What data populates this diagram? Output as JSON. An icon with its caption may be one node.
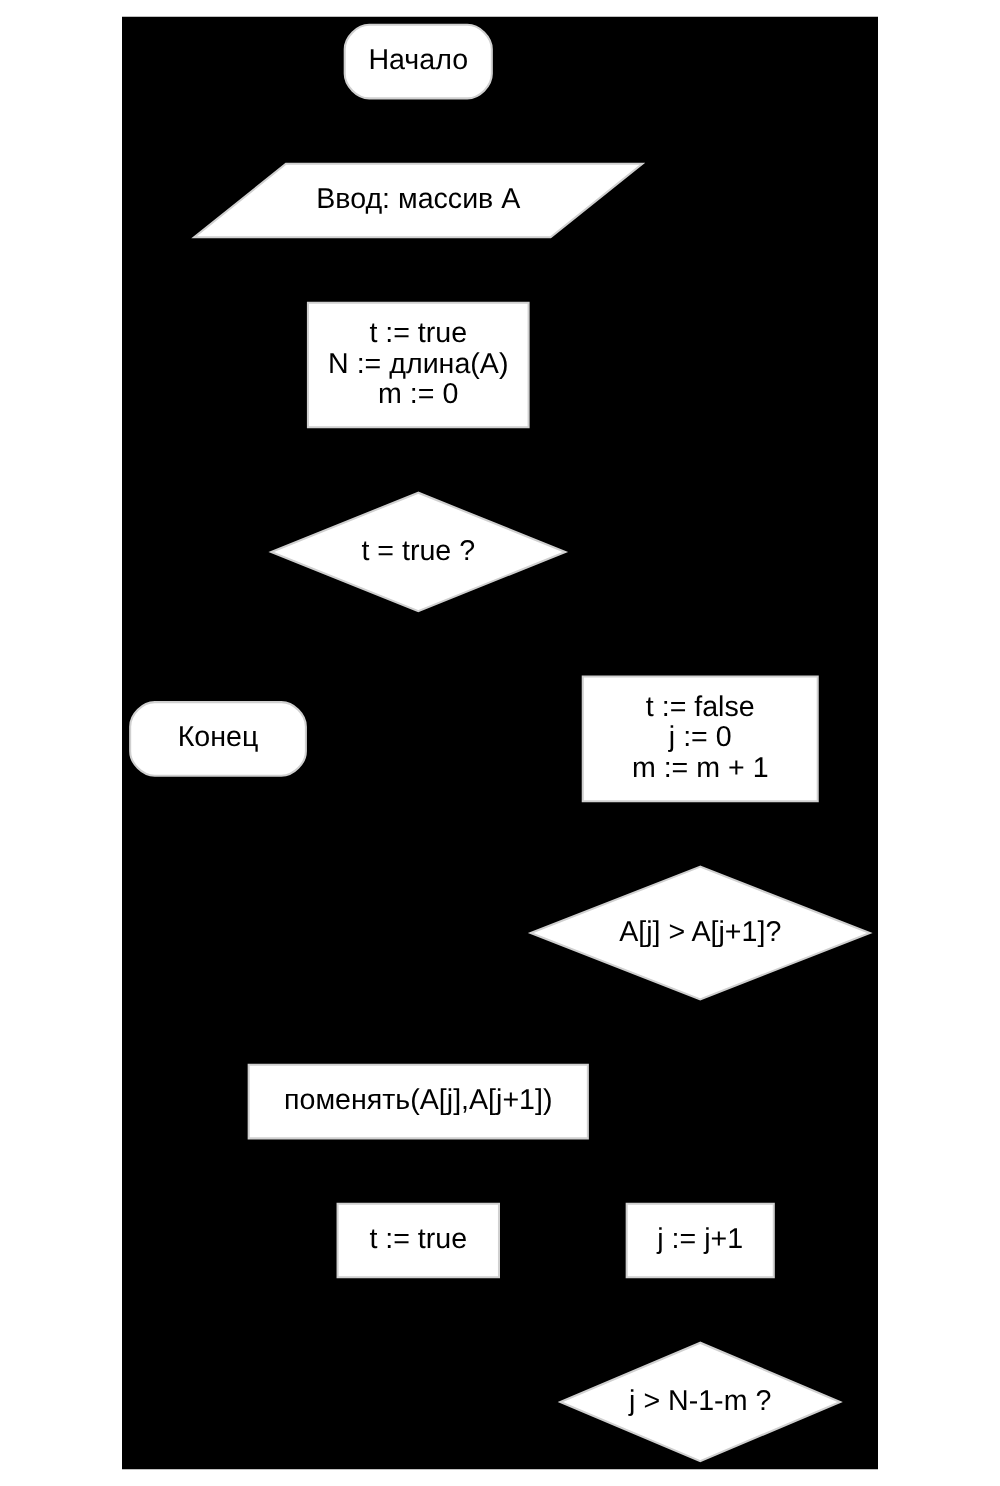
{
  "diagram": {
    "nodes": [
      {
        "text": [
          "Начало"
        ]
      },
      {
        "text": [
          "Ввод: массив A"
        ]
      },
      {
        "text": [
          "t := true",
          "N := длина(A)",
          "m := 0"
        ]
      },
      {
        "text": [
          "t = true ?"
        ]
      },
      {
        "text": [
          "t := false",
          "j := 0",
          "m := m + 1"
        ]
      },
      {
        "text": [
          "Конец"
        ]
      },
      {
        "text": [
          "A[j] > A[j+1]?"
        ]
      },
      {
        "text": [
          "поменять(A[j],A[j+1])"
        ]
      },
      {
        "text": [
          "t := true"
        ]
      },
      {
        "text": [
          "j := j+1"
        ]
      },
      {
        "text": [
          "j > N-1-m ?"
        ]
      }
    ]
  }
}
